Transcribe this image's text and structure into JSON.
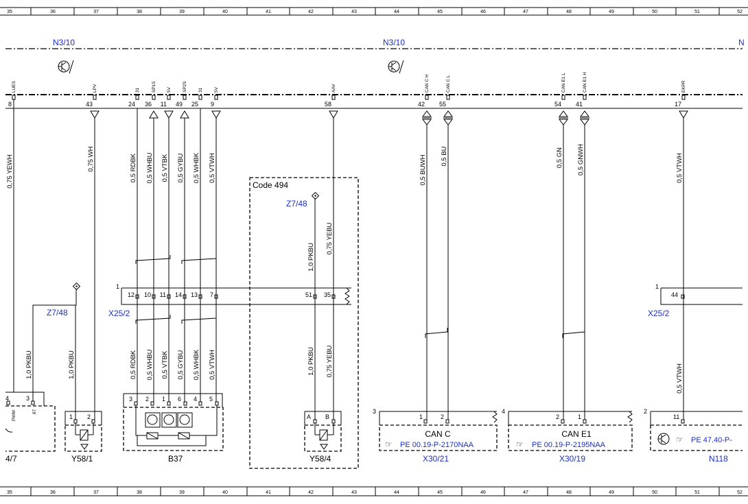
{
  "ruler": [
    "35",
    "36",
    "37",
    "38",
    "39",
    "40",
    "41",
    "42",
    "43",
    "44",
    "45",
    "46",
    "47",
    "48",
    "49",
    "50",
    "51",
    "52"
  ],
  "ecu_labels": [
    "N3/10",
    "N3/10",
    "N"
  ],
  "ecu_pins": [
    {
      "num": "8",
      "sig": "LUES",
      "dir": "none"
    },
    {
      "num": "43",
      "sig": "LPV",
      "dir": "down"
    },
    {
      "num": "24",
      "sig": "31",
      "dir": "none"
    },
    {
      "num": "36",
      "sig": "SP1S",
      "dir": "up"
    },
    {
      "num": "11",
      "sig": "5V",
      "dir": "down"
    },
    {
      "num": "49",
      "sig": "SP2S",
      "dir": "up"
    },
    {
      "num": "25",
      "sig": "31",
      "dir": "none"
    },
    {
      "num": "9",
      "sig": "5V",
      "dir": "down"
    },
    {
      "num": "58",
      "sig": "AAV",
      "dir": "down"
    },
    {
      "num": "42",
      "sig": "CAN C H",
      "dir": "bi"
    },
    {
      "num": "55",
      "sig": "CAN C L",
      "dir": "bi"
    },
    {
      "num": "54",
      "sig": "CAN E1 L",
      "dir": "bi"
    },
    {
      "num": "41",
      "sig": "CAN E1 H",
      "dir": "bi"
    },
    {
      "num": "17",
      "sig": "EKPR",
      "dir": "down"
    }
  ],
  "wires_upper": [
    "0,75 YEWH",
    "0,75 WH",
    "0,5 RDBK",
    "0,5 WHBU",
    "0,5 VTBK",
    "0,5 GYBU",
    "0,5 WHBK",
    "0,5 VTWH",
    "1,0 PKBU",
    "0,75 YEBU",
    "0,5 BUWH",
    "0,5 BU",
    "0,5 GN",
    "0,5 GNWH",
    "0,5 VTWH"
  ],
  "wires_lower": [
    "1,0 PKBU",
    "1,0 PKBU",
    "0,5 RDBK",
    "0,5 WHBU",
    "0,5 VTBK",
    "0,5 GYBU",
    "0,5 WHBK",
    "0,5 VTWH",
    "1,0 PKBU",
    "0,75 YEBU",
    "0,5 VTWH"
  ],
  "code_box": "Code 494",
  "z_refs": [
    "Z7/48",
    "Z7/48"
  ],
  "connectors": {
    "x25_left": {
      "name": "X25/2",
      "num": "1",
      "pins": [
        "12",
        "10",
        "11",
        "14",
        "13",
        "7",
        "51",
        "35"
      ]
    },
    "x25_right": {
      "name": "X25/2",
      "num": "1",
      "pins": [
        "44"
      ]
    }
  },
  "components": {
    "c47": {
      "label": "4/7",
      "pins": [
        "4",
        "3"
      ],
      "sigs": [
        "PWM",
        "87"
      ]
    },
    "y58_1": {
      "label": "Y58/1",
      "pins": [
        "1",
        "2"
      ]
    },
    "b37": {
      "label": "B37",
      "pins": [
        "3",
        "2",
        "1",
        "6",
        "4",
        "5"
      ]
    },
    "y58_4": {
      "label": "Y58/4",
      "pins": [
        "A",
        "B"
      ]
    },
    "can_c": {
      "num": "3",
      "pins": [
        "1",
        "2"
      ],
      "title": "CAN C",
      "ref": "PE 00.19-P-2170NAA",
      "label": "X30/21"
    },
    "can_e1": {
      "num": "4",
      "pins": [
        "2",
        "1"
      ],
      "title": "CAN E1",
      "ref": "PE 00.19-P-2195NAA",
      "label": "X30/19"
    },
    "n118": {
      "num": "2",
      "pins": [
        "11"
      ],
      "ref": "PE 47.40-P-",
      "label": "N118"
    }
  },
  "pointer_glyph": "☞"
}
